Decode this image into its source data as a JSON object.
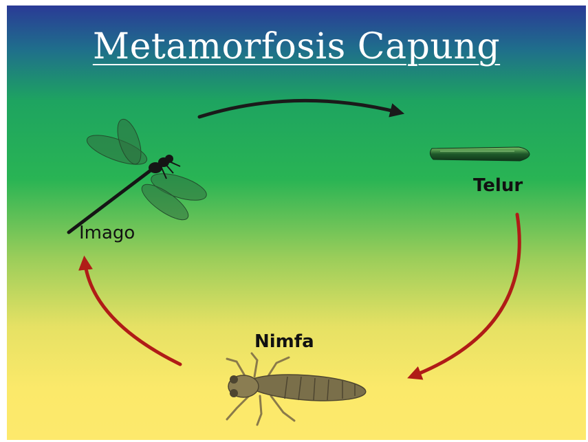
{
  "title": "Metamorfosis Capung",
  "stages": [
    {
      "id": "imago",
      "label": "Imago",
      "icon": "dragonfly-icon"
    },
    {
      "id": "telur",
      "label": "Telur",
      "icon": "egg-icon"
    },
    {
      "id": "nimfa",
      "label": "Nimfa",
      "icon": "nymph-icon"
    }
  ],
  "colors": {
    "arrow_top": "#1a1a1a",
    "arrow_cycle": "#b01c17",
    "title_text": "#ffffff",
    "gradient_top": "#2a3a96",
    "gradient_middle": "#29b454",
    "gradient_bottom": "#fde96c"
  }
}
